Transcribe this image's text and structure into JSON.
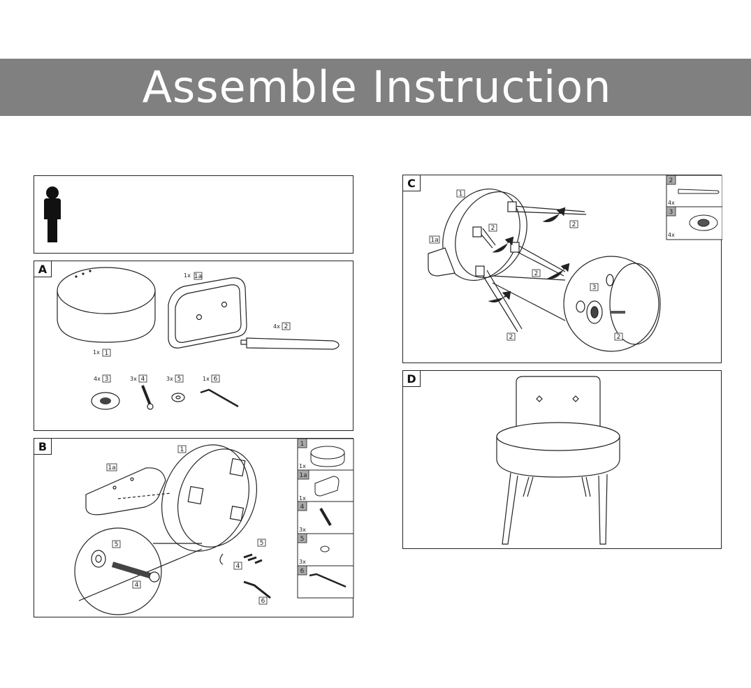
{
  "header": {
    "title": "Assemble Instruction"
  },
  "persons_panel": {
    "icon": "person-icon",
    "count": 1
  },
  "steps": {
    "A": {
      "label": "A",
      "parts": [
        {
          "qty": "1x",
          "num": "1"
        },
        {
          "qty": "1x",
          "num": "1a"
        },
        {
          "qty": "4x",
          "num": "2"
        },
        {
          "qty": "4x",
          "num": "3"
        },
        {
          "qty": "3x",
          "num": "4"
        },
        {
          "qty": "3x",
          "num": "5"
        },
        {
          "qty": "1x",
          "num": "6"
        }
      ]
    },
    "B": {
      "label": "B",
      "callouts": [
        "1",
        "1a",
        "5",
        "4",
        "5",
        "4",
        "6"
      ],
      "sidebar": [
        {
          "num": "1",
          "qty": "1x"
        },
        {
          "num": "1a",
          "qty": "1x"
        },
        {
          "num": "4",
          "qty": "3x"
        },
        {
          "num": "5",
          "qty": "3x"
        },
        {
          "num": "6",
          "qty": ""
        }
      ]
    },
    "C": {
      "label": "C",
      "callouts": [
        "1",
        "1a",
        "2",
        "2",
        "2",
        "2",
        "3",
        "2"
      ],
      "sidebar": [
        {
          "num": "2",
          "qty": "4x"
        },
        {
          "num": "3",
          "qty": "4x"
        }
      ]
    },
    "D": {
      "label": "D"
    }
  }
}
